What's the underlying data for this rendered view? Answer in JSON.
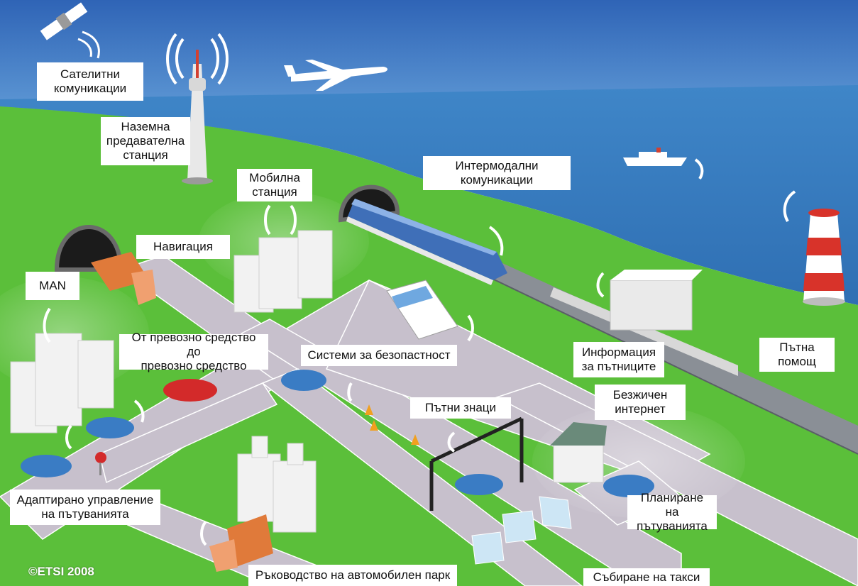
{
  "diagram": {
    "labels": {
      "satellite": "Сателитни\nкомуникации",
      "ground_station": "Наземна\nпредавателна\nстанция",
      "mobile_station": "Мобилна\nстанция",
      "intermodal": "Интермодални\nкомуникации",
      "navigation": "Навигация",
      "man": "MAN",
      "v2v": "От превозно средство до\nпревозно средство",
      "safety": "Системи за безопастност",
      "passenger_info": "Информация\nза пътниците",
      "road_assist": "Пътна\nпомощ",
      "wifi": "Безжичен\nинтернет",
      "road_signs": "Пътни знаци",
      "adaptive": "Адаптирано управление\nна пътуванията",
      "trip_planning": "Планиране на\nпътуванията",
      "fleet": "Ръководство на автомобилен парк",
      "toll": "Събиране на такси"
    },
    "copyright": "©ETSI 2008",
    "colors": {
      "sky_top": "#2f64b6",
      "sea": "#3f86c8",
      "grass": "#5bbf3a",
      "road": "#c7c0cc",
      "label_bg": "#ffffff",
      "truck": "#e07a3a",
      "car": "#3a7cc4",
      "fire_car": "#d32a2a",
      "lighthouse_red": "#d8332a"
    }
  }
}
